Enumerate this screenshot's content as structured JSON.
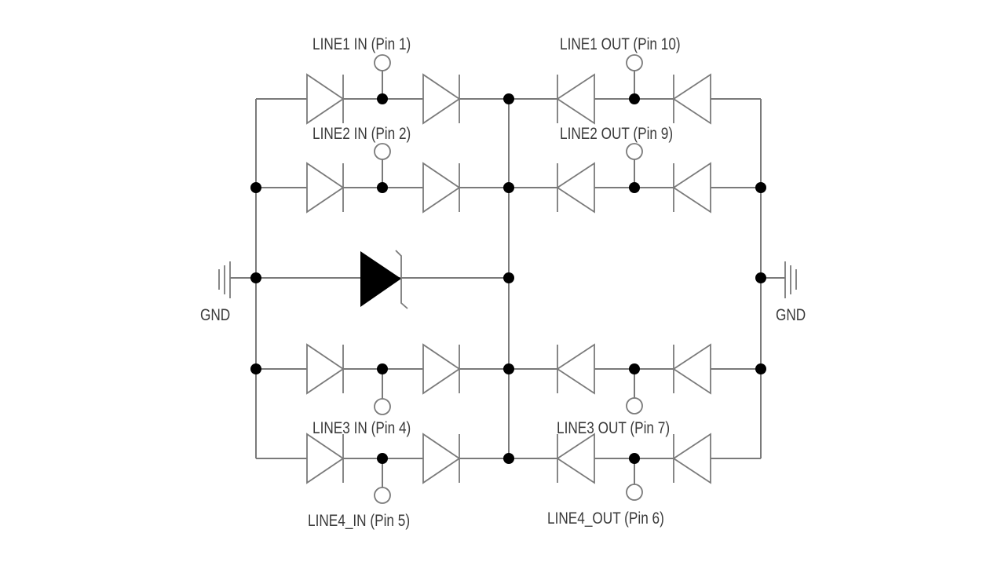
{
  "diagram": {
    "type": "schematic",
    "description": "TVS diode array internal circuit",
    "pins": {
      "line1_in": "LINE1 IN (Pin 1)",
      "line2_in": "LINE2 IN (Pin 2)",
      "line3_in": "LINE3 IN (Pin 4)",
      "line4_in": "LINE4_IN (Pin 5)",
      "line1_out": "LINE1 OUT (Pin 10)",
      "line2_out": "LINE2 OUT (Pin 9)",
      "line3_out": "LINE3 OUT (Pin 7)",
      "line4_out": "LINE4_OUT (Pin 6)"
    },
    "ground_left": "GND",
    "ground_right": "GND",
    "colors": {
      "wire": "#7a7a7a",
      "junction": "#000000",
      "text": "#3a3a3a",
      "background": "#ffffff"
    },
    "components": {
      "steering_diodes": 16,
      "zener_diodes": 1,
      "channels": 4
    }
  }
}
